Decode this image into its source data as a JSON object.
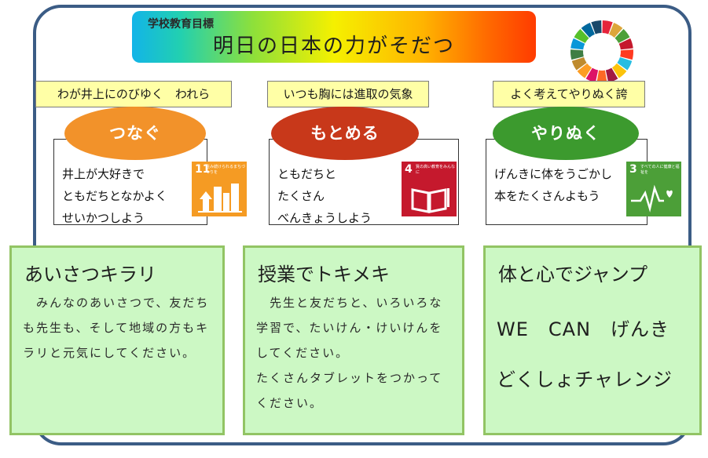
{
  "banner": {
    "small": "学校教育目標",
    "main": "明日の日本の力がそだつ"
  },
  "columns": [
    {
      "motto": "わが井上にのびゆく　われら",
      "oval": "つなぐ",
      "oval_color": "#f2922a",
      "card_text": "井上が大好きで\nともだちとなかよく\nせいかつしよう",
      "sdg": {
        "number": "11",
        "caption": "住み続けられるまちづくりを",
        "color": "#f59b23",
        "icon": "city-icon"
      },
      "box_title": "あいさつキラリ",
      "box_body": "　みんなのあいさつで、友だちも先生も、そして地域の方もキラリと元気にしてください。"
    },
    {
      "motto": "いつも胸には進取の気象",
      "oval": "もとめる",
      "oval_color": "#c8381a",
      "card_text": "ともだちと\nたくさん\nべんきょうしよう",
      "sdg": {
        "number": "4",
        "caption": "質の高い教育をみんなに",
        "color": "#c5192d",
        "icon": "book-icon"
      },
      "box_title": "授業でトキメキ",
      "box_body": "　先生と友だちと、いろいろな学習で、たいけん・けいけんをしてください。\nたくさんタブレットをつかってください。"
    },
    {
      "motto": "よく考えてやりぬく誇",
      "oval": "やりぬく",
      "oval_color": "#3c9a2e",
      "card_text": "げんきに体をうごかし\n本をたくさんよもう",
      "sdg": {
        "number": "3",
        "caption": "すべての人に健康と福祉を",
        "color": "#4c9f38",
        "icon": "heartbeat-icon"
      },
      "box_title": "体と心でジャンプ",
      "box_line1": "WE　CAN　げんき",
      "box_line2": "どくしょチャレンジ"
    }
  ],
  "colors": {
    "frame": "#3b5c85",
    "motto_bg": "#ffffa6",
    "box_bg": "#ccf8c4",
    "box_border": "#92c464"
  }
}
